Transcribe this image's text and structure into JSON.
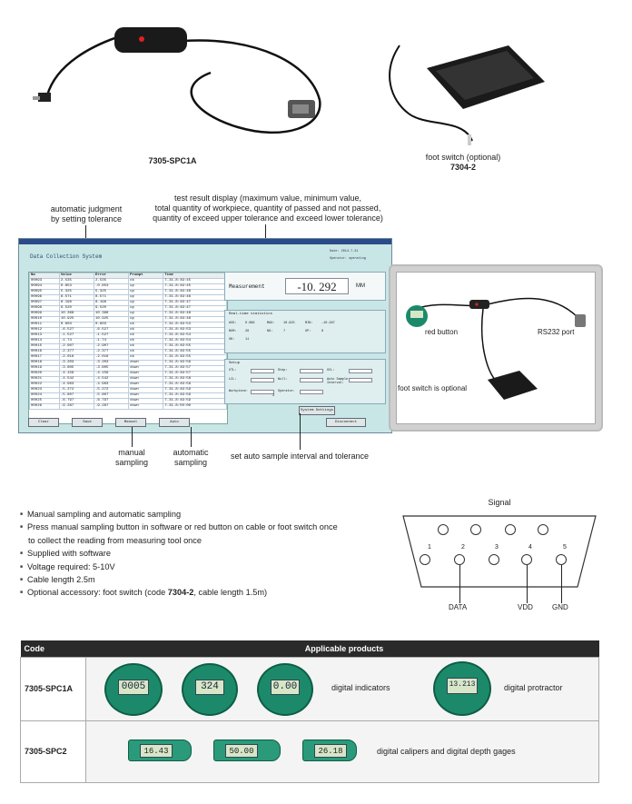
{
  "products": {
    "cable_label": "7305-SPC1A",
    "foot_switch_label": "foot switch (optional)",
    "foot_switch_code": "7304-2"
  },
  "annotations": {
    "auto_judgment_1": "automatic judgment",
    "auto_judgment_2": "by setting tolerance",
    "test_result_1": "test result display (maximum value, minimum value,",
    "test_result_2": "total quantity of workpiece, quantity of passed and not passed,",
    "test_result_3": "quantity of exceed upper tolerance and exceed lower tolerance)",
    "manual_1": "manual",
    "manual_2": "sampling",
    "auto_1": "automatic",
    "auto_2": "sampling",
    "set_auto": "set auto sample interval and tolerance"
  },
  "software": {
    "title": "Data Collection System",
    "date_label": "Date:  2014-7-31",
    "operator_label": "Operator:  operating",
    "columns": [
      "No",
      "Value",
      "Error",
      "Prompt",
      "Time"
    ],
    "rows": [
      [
        "00093",
        "2.535",
        "2.535",
        "ok",
        "7-31-8:49:45"
      ],
      [
        "00094",
        "0.853",
        "-0.853",
        "up",
        "7-31-8:49:45"
      ],
      [
        "00095",
        "5.325",
        "5.325",
        "up",
        "7-31-8:49:46"
      ],
      [
        "00096",
        "8.571",
        "8.571",
        "up",
        "7-31-8:49:46"
      ],
      [
        "00097",
        "8.198",
        "8.198",
        "up",
        "7-31-8:49:47"
      ],
      [
        "00098",
        "9.520",
        "9.520",
        "up",
        "7-31-8:49:47"
      ],
      [
        "00099",
        "10.368",
        "10.368",
        "up",
        "7-31-8:49:48"
      ],
      [
        "00010",
        "10.925",
        "10.925",
        "up",
        "7-31-8:49:48"
      ],
      [
        "00011",
        "0.603",
        "0.603",
        "ok",
        "7-31-8:49:53"
      ],
      [
        "00012",
        "-6.527",
        "-6.527",
        "ok",
        "7-31-8:49:53"
      ],
      [
        "00013",
        "-1.527",
        "-1.527",
        "ok",
        "7-31-8:49:54"
      ],
      [
        "00014",
        "-1.74",
        "-1.74",
        "ok",
        "7-31-8:49:54"
      ],
      [
        "00015",
        "-2.907",
        "-2.907",
        "ok",
        "7-31-8:49:55"
      ],
      [
        "00016",
        "-2.377",
        "-2.377",
        "ok",
        "7-31-8:49:55"
      ],
      [
        "00017",
        "-2.016",
        "-2.016",
        "ok",
        "7-31-8:49:55"
      ],
      [
        "00018",
        "-3.203",
        "-3.203",
        "down",
        "7-31-8:49:56"
      ],
      [
        "00019",
        "-3.605",
        "-3.605",
        "down",
        "7-31-8:49:57"
      ],
      [
        "00020",
        "-4.159",
        "-4.159",
        "down",
        "7-31-8:49:57"
      ],
      [
        "00021",
        "-4.542",
        "-4.542",
        "down",
        "7-31-8:49:58"
      ],
      [
        "00022",
        "-4.963",
        "-4.963",
        "down",
        "7-31-8:49:58"
      ],
      [
        "00023",
        "-5.272",
        "-5.272",
        "down",
        "7-31-8:49:59"
      ],
      [
        "00024",
        "-5.807",
        "-5.807",
        "down",
        "7-31-8:49:59"
      ],
      [
        "00025",
        "-6.797",
        "-6.797",
        "down",
        "7-31-8:49:59"
      ],
      [
        "00026",
        "-9.287",
        "-9.287",
        "down",
        "7-31-8:50:00"
      ]
    ],
    "measurement_label": "Measurement",
    "measurement_value": "-10. 292",
    "measurement_unit": "MM",
    "stats_title": "Real-time statistics",
    "stats": [
      "AVG:",
      "0.086",
      "MAX:",
      "10.925",
      "MIN:",
      "-10.287",
      "NUM:",
      "26",
      "NG:",
      "7",
      "UP:",
      "8",
      "OK:",
      "11"
    ],
    "setup_title": "Setup",
    "setup_labels": [
      "UTL:",
      "Step:",
      "UCL:",
      "LCL:",
      "Null:",
      "Auto Sample Interval:",
      "Workpiece:",
      "Operator:"
    ],
    "setup_interval": "2",
    "settings_button": "System Settings",
    "buttons": [
      "Clear",
      "Save",
      "Manual",
      "Auto",
      "Disconnect"
    ]
  },
  "photo_labels": {
    "red_button": "red button",
    "rs232": "RS232 port",
    "foot_switch": "foot switch is optional"
  },
  "features": [
    "Manual sampling and automatic sampling",
    "Press manual sampling button in software or red button on cable or foot switch once",
    "to collect the reading from measuring tool once",
    "Supplied with software",
    "Voltage required: 5-10V",
    "Cable length 2.5m"
  ],
  "feature_last_prefix": "Optional accessory: foot switch (code ",
  "feature_last_code": "7304-2",
  "feature_last_suffix": ", cable length 1.5m)",
  "signal": {
    "title": "Signal",
    "pins": [
      "1",
      "2",
      "3",
      "4",
      "5"
    ],
    "data": "DATA",
    "vdd": "VDD",
    "gnd": "GND"
  },
  "table": {
    "col_code": "Code",
    "col_products": "Applicable products",
    "row1_code": "7305-SPC1A",
    "row1_text1": "digital indicators",
    "row1_text2": "digital protractor",
    "row2_code": "7305-SPC2",
    "row2_text": "digital calipers and digital depth gages",
    "displays": [
      "0005",
      "324",
      "0.00",
      "13.213",
      "16.43",
      "50.00",
      "26.18"
    ]
  },
  "colors": {
    "software_bg": "#c9e6e6",
    "table_header": "#2a2a2a",
    "gauge_green": "#1c8a6a",
    "red_button": "#e02020"
  }
}
